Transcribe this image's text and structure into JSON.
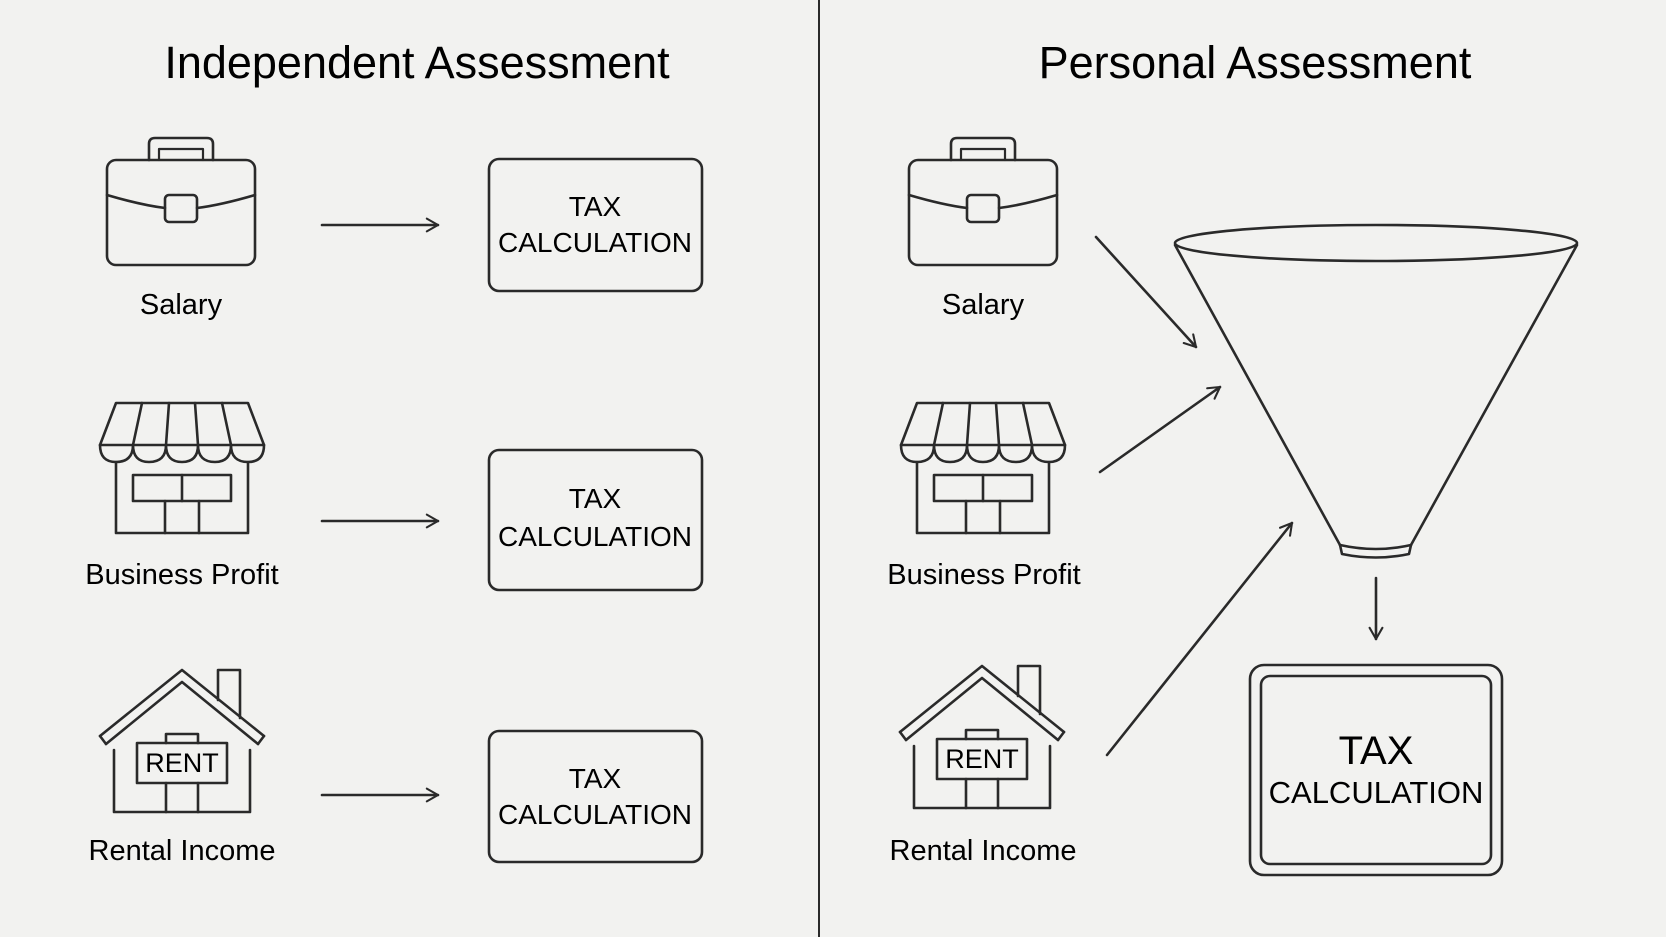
{
  "left_panel": {
    "title": "Independent Assessment",
    "sources": [
      {
        "label": "Salary",
        "icon": "briefcase-icon"
      },
      {
        "label": "Business Profit",
        "icon": "storefront-icon"
      },
      {
        "label": "Rental Income",
        "icon": "house-rent-icon"
      }
    ],
    "boxes": [
      {
        "line1": "TAX",
        "line2": "CALCULATION"
      },
      {
        "line1": "TAX",
        "line2": "CALCULATION"
      },
      {
        "line1": "TAX",
        "line2": "CALCULATION"
      }
    ]
  },
  "right_panel": {
    "title": "Personal Assessment",
    "sources": [
      {
        "label": "Salary",
        "icon": "briefcase-icon"
      },
      {
        "label": "Business Profit",
        "icon": "storefront-icon"
      },
      {
        "label": "Rental Income",
        "icon": "house-rent-icon"
      }
    ],
    "funnel_icon": "funnel-icon",
    "box": {
      "line1": "TAX",
      "line2": "CALCULATION"
    }
  },
  "rent_sign_text": "RENT",
  "colors": {
    "background": "#f2f2f0",
    "stroke": "#2a2a2a",
    "text": "#1d1d1d"
  }
}
